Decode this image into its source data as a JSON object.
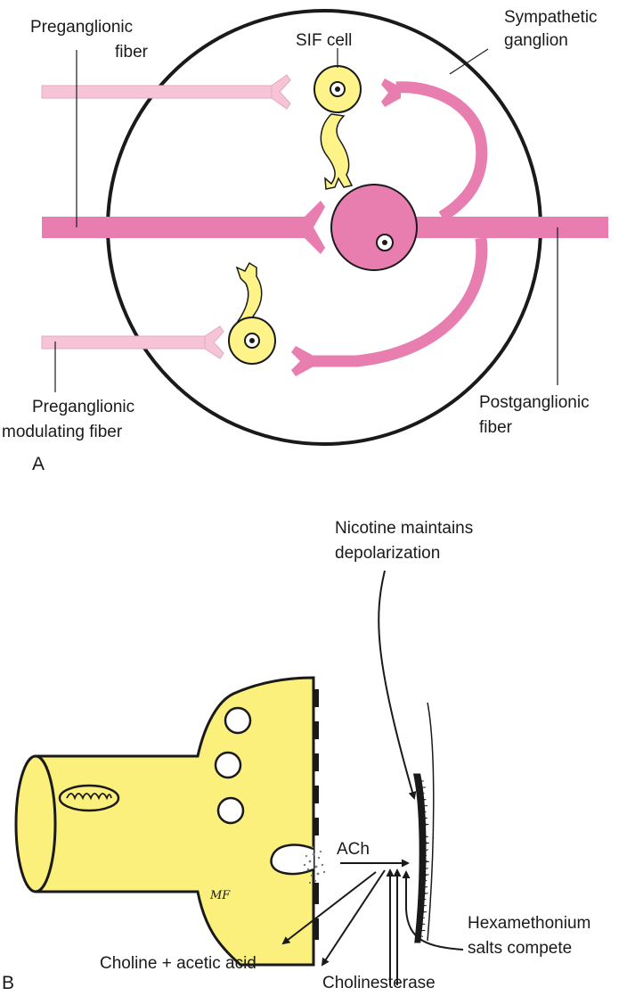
{
  "panel_a": {
    "panel_label": "A",
    "labels": {
      "preganglionic_1": "Preganglionic",
      "preganglionic_2": "fiber",
      "sif_cell": "SIF cell",
      "sympathetic_1": "Sympathetic",
      "sympathetic_2": "ganglion",
      "modulating_1": "Preganglionic",
      "modulating_2": "modulating fiber",
      "postganglionic_1": "Postganglionic",
      "postganglionic_2": "fiber"
    }
  },
  "panel_b": {
    "panel_label": "B",
    "labels": {
      "nicotine_1": "Nicotine maintains",
      "nicotine_2": "depolarization",
      "ach": "ACh",
      "signature": "MF",
      "hexa_1": "Hexamethonium",
      "hexa_2": "salts compete",
      "choline": "Choline + acetic acid",
      "cholinesterase": "Cholinesterase"
    }
  },
  "colors": {
    "pink": "#e87db0",
    "pink_light": "#f7c3d6",
    "yellow": "#fdf388",
    "yellow_b": "#fbf07b",
    "outline": "#1a1a1a"
  }
}
